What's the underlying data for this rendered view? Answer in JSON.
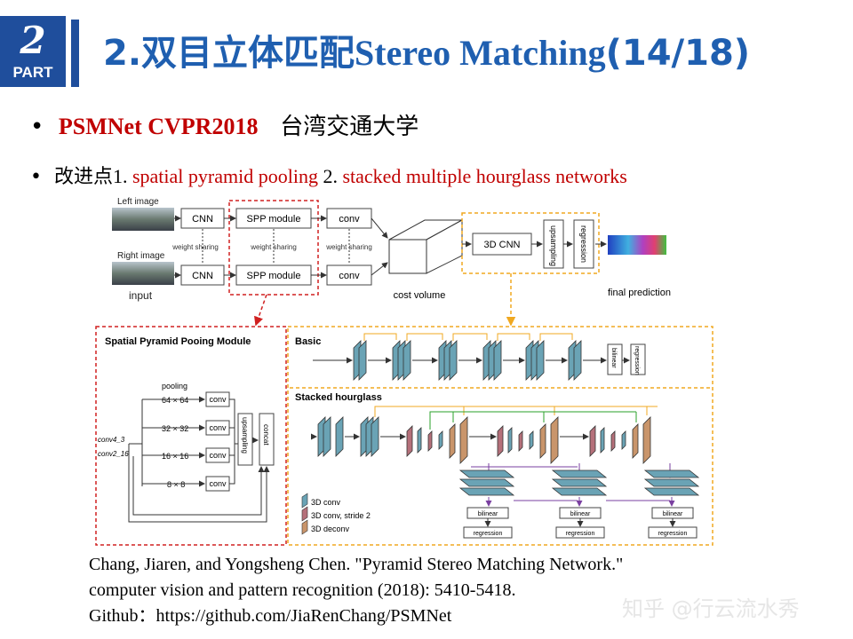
{
  "header": {
    "badge_number": "2",
    "badge_label": "PART",
    "title_prefix": "2.双目立体匹配",
    "title_en": "Stereo Matching",
    "title_suffix": "(14/18)"
  },
  "bullets": {
    "b1_red": "PSMNet CVPR2018",
    "b1_rest": "台湾交通大学",
    "b2_prefix": "改进点",
    "b2_n1": "1. ",
    "b2_item1": "spatial pyramid pooling",
    "b2_n2": " 2. ",
    "b2_item2": "stacked multiple hourglass networks"
  },
  "figure": {
    "left_image": "Left image",
    "right_image": "Right image",
    "input": "input",
    "cnn": "CNN",
    "weight_sharing": "weight sharing",
    "spp_module": "SPP module",
    "conv": "conv",
    "cost_volume": "cost volume",
    "cnn3d": "3D CNN",
    "upsampling": "upsampling",
    "regression": "regression",
    "final_prediction": "final prediction",
    "spp_title": "Spatial Pyramid Pooing Module",
    "pooling": "pooling",
    "p64": "64 × 64",
    "p32": "32 × 32",
    "p16": "16 × 16",
    "p8": "8 × 8",
    "conv4_3": "conv4_3",
    "conv2_16": "conv2_16",
    "concat": "concat",
    "basic": "Basic",
    "stacked": "Stacked hourglass",
    "bilinear": "bilinear",
    "legend_conv": "3D conv",
    "legend_stride": "3D conv, stride 2",
    "legend_deconv": "3D deconv",
    "colors": {
      "conv": "#6aa3b5",
      "stride": "#b5707a",
      "deconv": "#c9956b",
      "orange_dash": "#f0a820",
      "red_dash": "#d02020"
    }
  },
  "citation": {
    "line1": "Chang, Jiaren, and Yongsheng Chen. \"Pyramid Stereo Matching Network.\"",
    "line2": "computer vision and pattern recognition (2018): 5410-5418.",
    "line3": "Github：https://github.com/JiaRenChang/PSMNet"
  },
  "watermark": "知乎 @行云流水秀"
}
